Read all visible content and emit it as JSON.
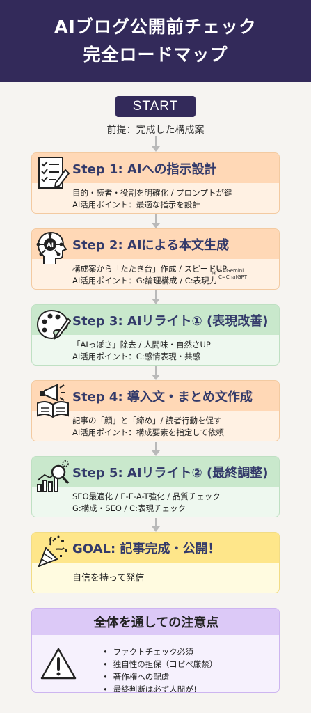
{
  "header": {
    "line1": "AIブログ公開前チェック",
    "line2": "完全ロードマップ"
  },
  "start_label": "START",
  "premise": "前提：完成した構成案",
  "steps": [
    {
      "title": "Step 1: AIへの指示設計",
      "line1": "目的・読者・役割を明確化 / プロンプトが鍵",
      "line2": "AI活用ポイント：最適な指示を設計",
      "icon": "checklist-icon",
      "color": "orange"
    },
    {
      "title": "Step 2: AIによる本文生成",
      "line1": "構成案から「たたき台」作成 / スピードUP",
      "line2": "AI活用ポイント：G:論理構成 / C:表現力",
      "note_mark": "※",
      "note_line1": "G=Gemini",
      "note_line2": "C=ChatGPT",
      "icon": "ai-head-icon",
      "color": "orange"
    },
    {
      "title": "Step 3:  AIリライト① (表現改善)",
      "line1": "「AIっぽさ」除去 / 人間味・自然さUP",
      "line2": "AI活用ポイント：C:感情表現・共感",
      "icon": "palette-icon",
      "color": "green"
    },
    {
      "title": "Step 4: 導入文・まとめ文作成",
      "line1": "記事の「顔」と「締め」/ 読者行動を促す",
      "line2": "AI活用ポイント：構成要素を指定して依頼",
      "icon": "megaphone-book-icon",
      "color": "orange"
    },
    {
      "title": "Step 5: AIリライト② (最終調整)",
      "line1": "SEO最適化 / E-E-A-T強化 / 品質チェック",
      "line2": "G:構成・SEO / C:表現チェック",
      "icon": "seo-analytics-icon",
      "color": "green"
    }
  ],
  "goal": {
    "title": "GOAL: 記事完成・公開！",
    "text": "自信を持って発信",
    "icon": "party-popper-icon",
    "color": "yellow"
  },
  "cautions": {
    "title": "全体を通しての注意点",
    "icon": "warning-icon",
    "items": [
      "ファクトチェック必須",
      "独自性の担保（コピペ厳禁）",
      "著作権への配慮",
      "最終判断は必ず人間が！"
    ]
  },
  "colors": {
    "header_bg": "#332a5a",
    "orange_head": "#ffd8b6",
    "green_head": "#c9e8cc",
    "yellow_head": "#fee68a",
    "violet_head": "#dcc9f7",
    "title_text": "#333a6a"
  }
}
